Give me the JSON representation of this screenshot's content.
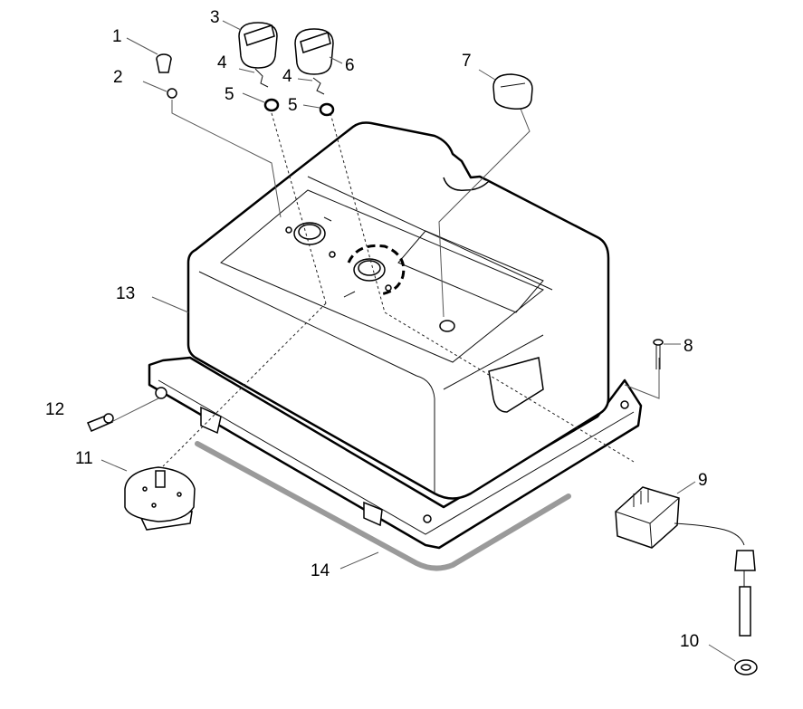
{
  "title": "Exploded parts diagram",
  "callouts": [
    {
      "label": "1",
      "part": "screw"
    },
    {
      "label": "2",
      "part": "washer"
    },
    {
      "label": "3",
      "part": "knob-left"
    },
    {
      "label": "4",
      "part": "clip-left"
    },
    {
      "label": "5",
      "part": "o-ring-left"
    },
    {
      "label": "4",
      "part": "clip-right"
    },
    {
      "label": "5",
      "part": "o-ring-right"
    },
    {
      "label": "6",
      "part": "knob-right"
    },
    {
      "label": "7",
      "part": "cap"
    },
    {
      "label": "8",
      "part": "screw-rear"
    },
    {
      "label": "9",
      "part": "sensor-unit"
    },
    {
      "label": "10",
      "part": "probe-washer"
    },
    {
      "label": "11",
      "part": "thermostat"
    },
    {
      "label": "12",
      "part": "bolt"
    },
    {
      "label": "13",
      "part": "housing"
    },
    {
      "label": "14",
      "part": "gasket"
    }
  ],
  "colors": {
    "line": "#000000",
    "gasket": "#9a9a9a",
    "background": "#ffffff"
  }
}
